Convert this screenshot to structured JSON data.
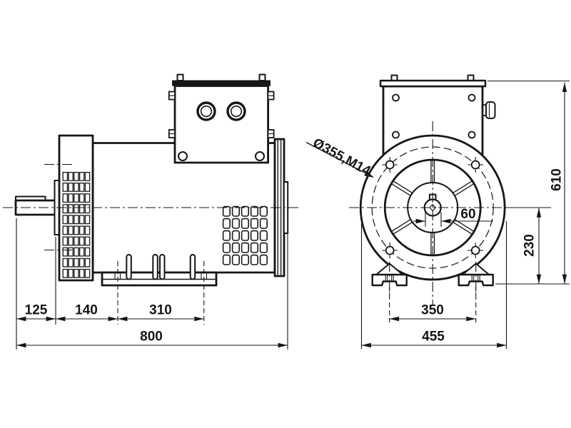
{
  "drawing": {
    "ink_color": "#161616",
    "background_color": "#ffffff",
    "dimensions": {
      "shaft_length": "125",
      "shaft_to_first_foot_hole": "140",
      "foot_hole_spacing_side": "310",
      "overall_length": "800",
      "foot_spacing_front": "350",
      "overall_width": "455",
      "shaft_diameter": "60",
      "shaft_center_to_base": "230",
      "overall_height": "610",
      "flange_spec": "Ø355,M14"
    }
  }
}
